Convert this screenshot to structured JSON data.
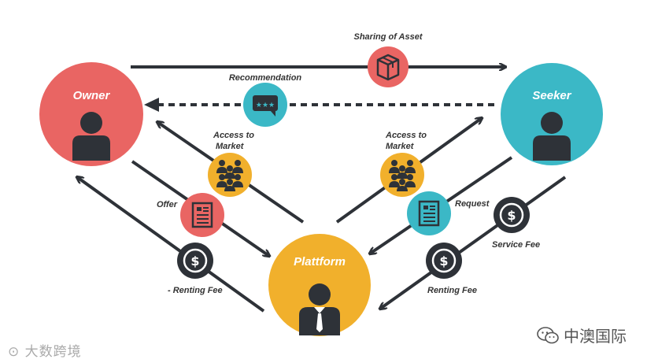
{
  "colors": {
    "owner": "#e96563",
    "seeker": "#3bb8c6",
    "platform": "#f1b02c",
    "dark": "#2e3238"
  },
  "nodes": {
    "owner": {
      "label": "Owner"
    },
    "seeker": {
      "label": "Seeker"
    },
    "platform": {
      "label": "Plattform"
    }
  },
  "labels": {
    "sharing": "Sharing of Asset",
    "recommendation": "Recommendation",
    "access_left_1": "Access to",
    "access_left_2": "Market",
    "access_right_1": "Access to",
    "access_right_2": "Market",
    "offer": "Offer",
    "renting_fee_left": "- Renting Fee",
    "request": "Request",
    "service_fee": "Service Fee",
    "renting_fee_right": "Renting Fee"
  },
  "watermarks": {
    "left": "大数跨境",
    "right": "中澳国际"
  }
}
